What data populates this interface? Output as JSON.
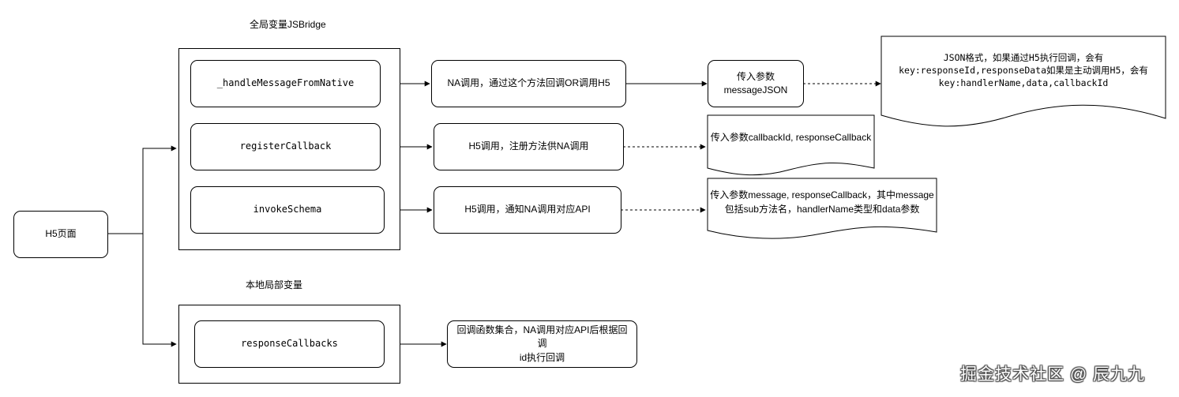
{
  "groups": {
    "global": {
      "title": "全局变量JSBridge"
    },
    "local": {
      "title": "本地局部变量"
    }
  },
  "h5_page": {
    "label": "H5页面"
  },
  "methods": {
    "handle_message": {
      "label": "_handleMessageFromNative"
    },
    "register_callback": {
      "label": "registerCallback"
    },
    "invoke_schema": {
      "label": "invokeSchema"
    },
    "response_callbacks": {
      "label": "responseCallbacks"
    }
  },
  "descriptions": {
    "handle_message": "NA调用，通过这个方法回调OR调用H5",
    "register_callback": "H5调用，注册方法供NA调用",
    "invoke_schema": "H5调用，通知NA调用对应API",
    "response_callbacks_line1": "回调函数集合，NA调用对应API后根据回调",
    "response_callbacks_line2": "id执行回调"
  },
  "params": {
    "message_json_line1": "传入参数",
    "message_json_line2": "messageJSON",
    "register_doc": "传入参数callbackId, responseCallback",
    "invoke_doc_line1": "传入参数message, responseCallback，其中message",
    "invoke_doc_line2": "包括sub方法名，handlerName类型和data参数"
  },
  "json_doc": {
    "line1": "JSON格式，如果通过H5执行回调，会有",
    "line2": "key:responseId,responseData如果是主动调用H5，会有",
    "line3": "key:handlerName,data,callbackId"
  },
  "watermark": "掘金技术社区 @ 辰九九",
  "colors": {
    "stroke": "#000000",
    "background": "#ffffff"
  }
}
